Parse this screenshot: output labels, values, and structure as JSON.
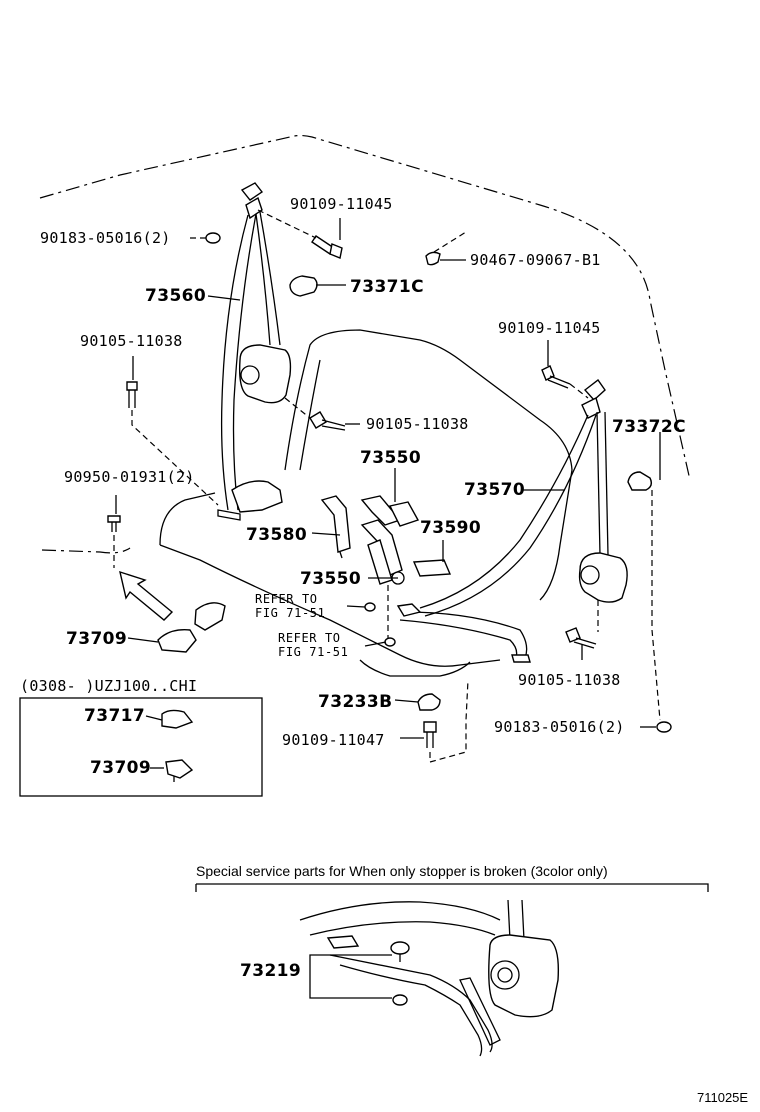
{
  "callouts": {
    "p90183_top": "90183-05016(2)",
    "p90109_top": "90109-11045",
    "p90467": "90467-09067-B1",
    "p73560": "73560",
    "p73371c": "73371C",
    "p90105_left": "90105-11038",
    "p90109_right": "90109-11045",
    "p90105_mid": "90105-11038",
    "p73372c": "73372C",
    "p90950": "90950-01931(2)",
    "p73550_top": "73550",
    "p73570": "73570",
    "p73580": "73580",
    "p73590": "73590",
    "p73550_bot": "73550",
    "p73709": "73709",
    "p90105_right": "90105-11038",
    "p73233b": "73233B",
    "p90183_right": "90183-05016(2)",
    "p90109_bot": "90109-11047",
    "p73219": "73219"
  },
  "refer1": {
    "line1": "REFER TO",
    "line2": "FIG 71-51"
  },
  "refer2": {
    "line1": "REFER TO",
    "line2": "FIG 71-51"
  },
  "inset": {
    "header": "(0308-      )UZJ100..CHI",
    "part_a": "73717",
    "part_b": "73709"
  },
  "special_note": "Special service parts for When only stopper is broken (3color only)",
  "figure_code": "711025E"
}
